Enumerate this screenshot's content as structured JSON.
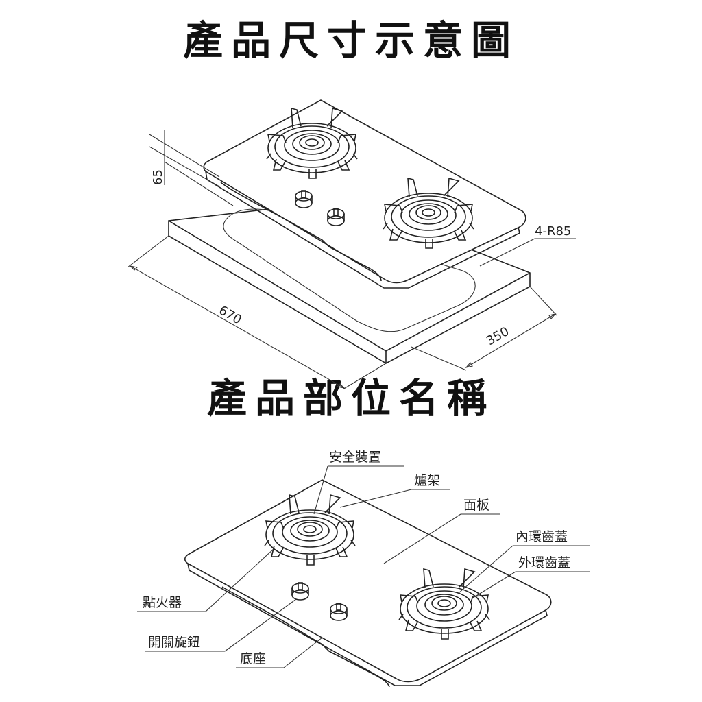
{
  "titles": {
    "dimensions": "產品尺寸示意圖",
    "parts": "產品部位名稱"
  },
  "dimensions": {
    "height": "65",
    "length": "670",
    "width": "350",
    "corner_radius": "4-R85"
  },
  "parts": {
    "safety_device": "安全裝置",
    "burner_rack": "爐架",
    "panel": "面板",
    "inner_ring_cap": "內環齒蓋",
    "outer_ring_cap": "外環齒蓋",
    "igniter": "點火器",
    "knob": "開關旋鈕",
    "base": "底座"
  }
}
